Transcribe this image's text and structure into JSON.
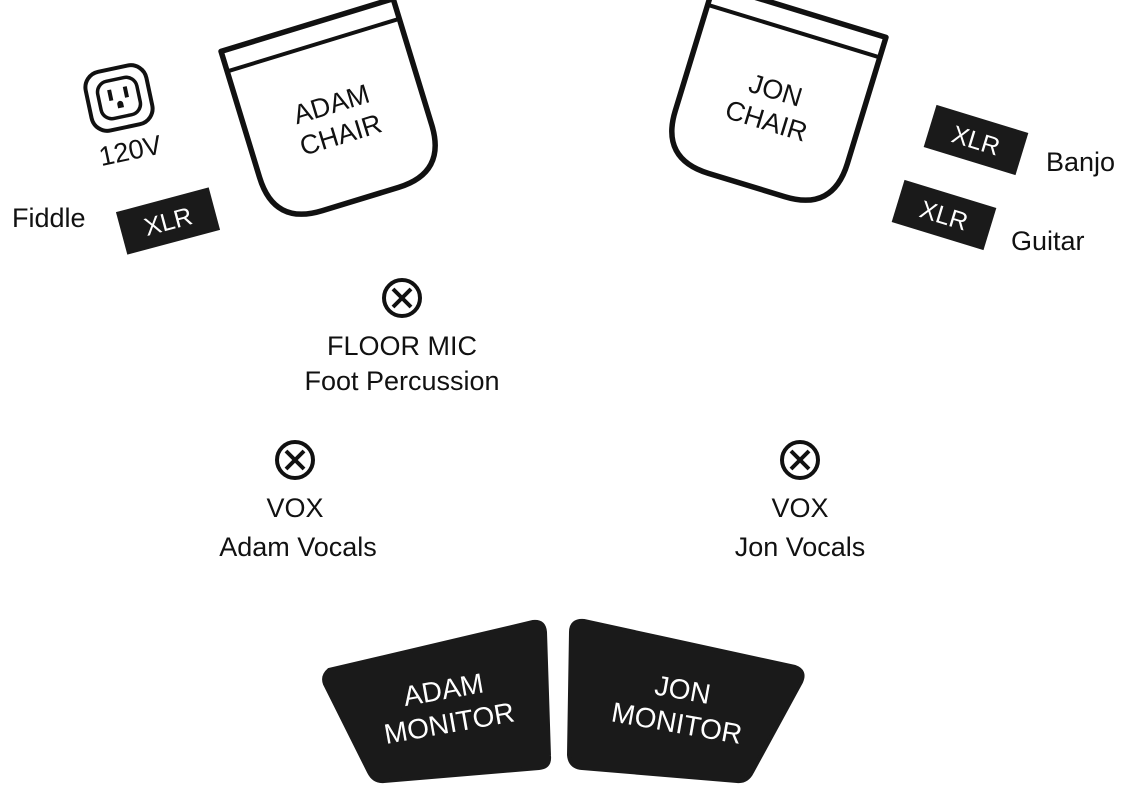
{
  "chairs": {
    "adam": {
      "line1": "ADAM",
      "line2": "CHAIR"
    },
    "jon": {
      "line1": "JON",
      "line2": "CHAIR"
    }
  },
  "power": {
    "label": "120V",
    "icon": "power-outlet-icon"
  },
  "inputs": {
    "fiddle": {
      "connector": "XLR",
      "label": "Fiddle"
    },
    "banjo": {
      "connector": "XLR",
      "label": "Banjo"
    },
    "guitar": {
      "connector": "XLR",
      "label": "Guitar"
    }
  },
  "mics": {
    "floor": {
      "line1": "FLOOR MIC",
      "line2": "Foot Percussion",
      "icon": "mic-x-icon"
    },
    "adam_vox": {
      "line1": "VOX",
      "line2": "Adam Vocals",
      "icon": "mic-x-icon"
    },
    "jon_vox": {
      "line1": "VOX",
      "line2": "Jon Vocals",
      "icon": "mic-x-icon"
    }
  },
  "monitors": {
    "adam": {
      "line1": "ADAM",
      "line2": "MONITOR"
    },
    "jon": {
      "line1": "JON",
      "line2": "MONITOR"
    }
  },
  "colors": {
    "ink": "#111111",
    "fill_dark": "#1a1a1a",
    "text_on_dark": "#ffffff",
    "background": "#ffffff"
  }
}
